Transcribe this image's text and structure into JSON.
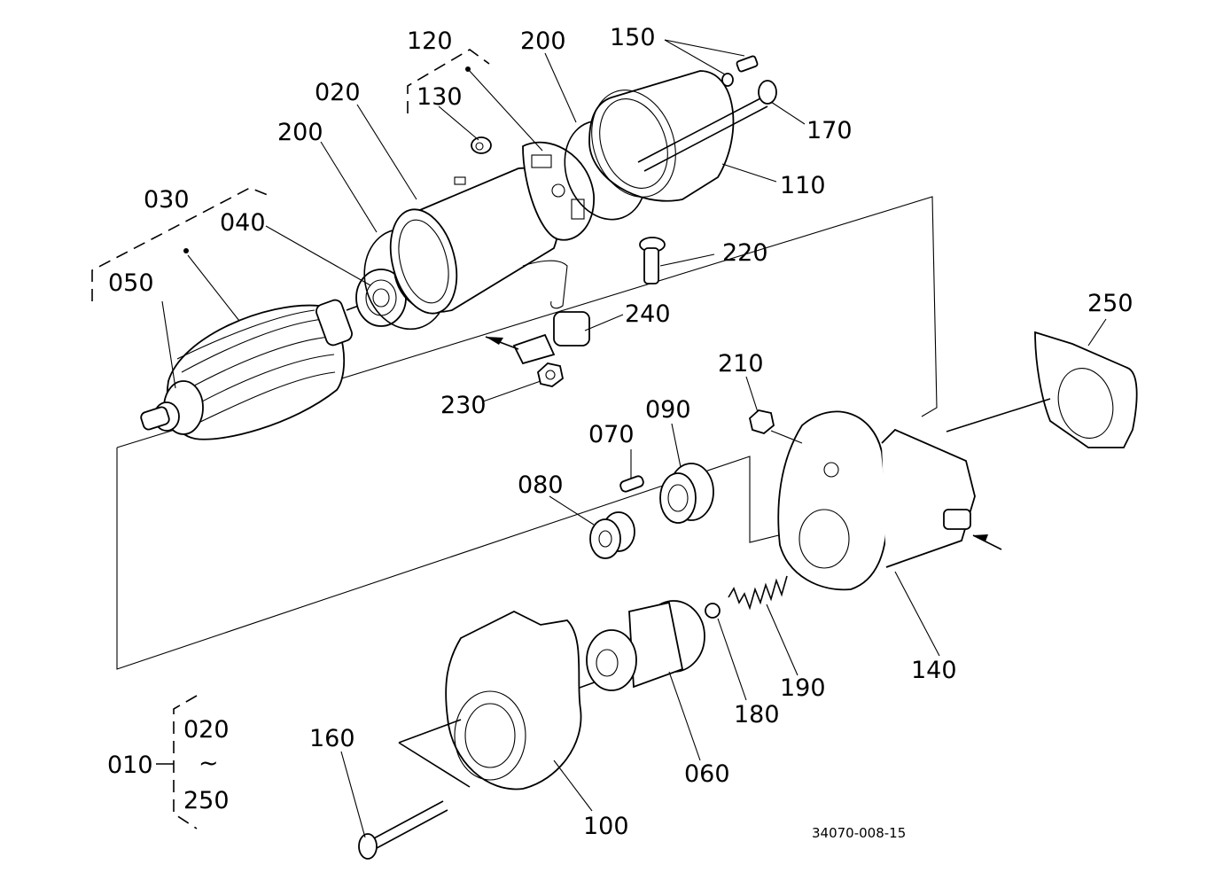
{
  "diagram": {
    "figure_code": "34070-008-15",
    "labels": {
      "p010": "010",
      "p020": "020",
      "p030": "030",
      "p040": "040",
      "p050": "050",
      "p060": "060",
      "p070": "070",
      "p080": "080",
      "p090": "090",
      "p100": "100",
      "p110": "110",
      "p120": "120",
      "p130": "130",
      "p140": "140",
      "p150": "150",
      "p160": "160",
      "p170": "170",
      "p180": "180",
      "p190": "190",
      "p200a": "200",
      "p200b": "200",
      "p210": "210",
      "p220": "220",
      "p230": "230",
      "p240": "240",
      "p250": "250"
    },
    "assembly_bracket": {
      "label": "010",
      "from": "020",
      "tilde": "~",
      "to": "250"
    }
  }
}
